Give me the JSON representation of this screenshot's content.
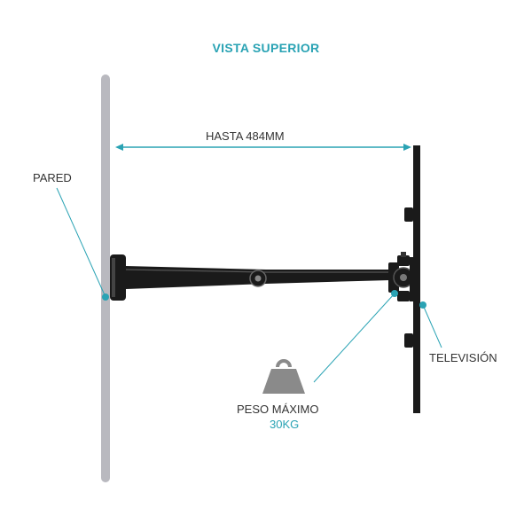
{
  "title": "VISTA SUPERIOR",
  "dimension_label": "HASTA 484MM",
  "labels": {
    "wall": "PARED",
    "tv": "TELEVISIÓN",
    "max_weight_label": "PESO MÁXIMO",
    "max_weight_value": "30KG"
  },
  "colors": {
    "accent": "#2aa3b4",
    "wall": "#b9b9bf",
    "mount": "#1a1a1a",
    "weight_icon": "#8a8a8a"
  },
  "icons": [
    "weight-icon"
  ]
}
